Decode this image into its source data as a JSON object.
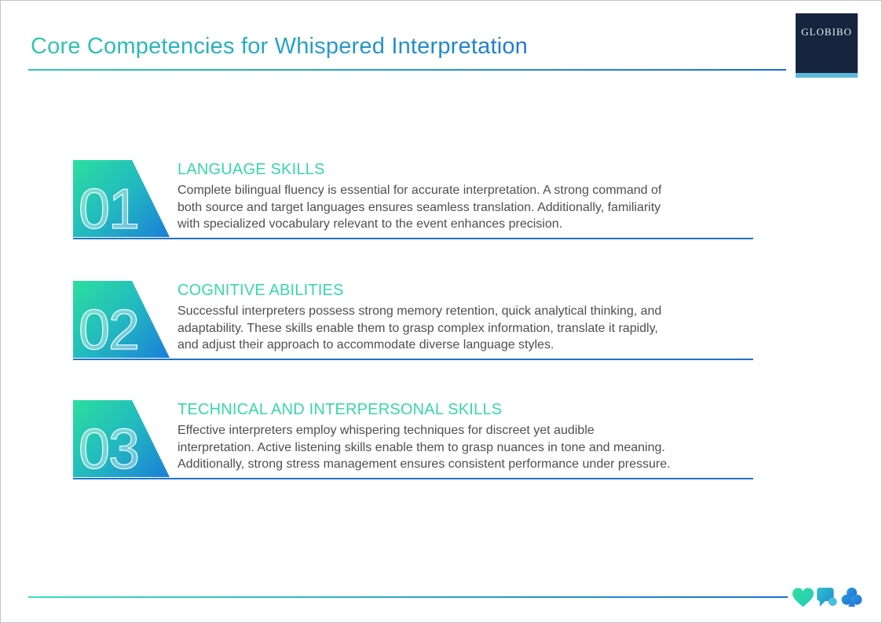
{
  "header": {
    "title": "Core Competencies for Whispered Interpretation",
    "logo_text": "GLOBIBO"
  },
  "items": [
    {
      "number": "01",
      "heading": "LANGUAGE SKILLS",
      "body_lines": [
        "Complete bilingual fluency is essential for accurate interpretation. A strong command of",
        "both source and target languages ensures seamless translation. Additionally, familiarity",
        "with specialized vocabulary relevant to the event enhances precision."
      ]
    },
    {
      "number": "02",
      "heading": "COGNITIVE ABILITIES",
      "body_lines": [
        "Successful interpreters possess strong memory retention, quick analytical thinking, and",
        "adaptability. These skills enable them to grasp complex information, translate it rapidly,",
        "and adjust their approach to accommodate diverse language styles."
      ]
    },
    {
      "number": "03",
      "heading": "TECHNICAL AND INTERPERSONAL SKILLS",
      "body_lines": [
        "Effective interpreters employ whispering techniques for discreet yet audible",
        "interpretation. Active listening skills enable them to grasp nuances in tone and meaning.",
        "Additionally, strong stress management ensures consistent performance under pressure."
      ]
    }
  ],
  "footer": {
    "icons": [
      "heart-icon",
      "chat-message-icon",
      "club-icon"
    ]
  },
  "colors": {
    "title_gradient_start": "#2fc9ab",
    "title_gradient_end": "#1e79d2",
    "heading_teal": "#36d8a8",
    "body_text": "#4f4f4f",
    "shape_gradient_start": "#2bdf9e",
    "shape_gradient_end": "#1b7ed8",
    "item_rule_blue": "#1e74c9",
    "logo_navy": "#16243d",
    "logo_strip_blue": "#5cb8d8",
    "icon_heart_green": "#2fdca4",
    "icon_chat_blue": "#27a9d2",
    "icon_club_blue": "#2280d8"
  }
}
